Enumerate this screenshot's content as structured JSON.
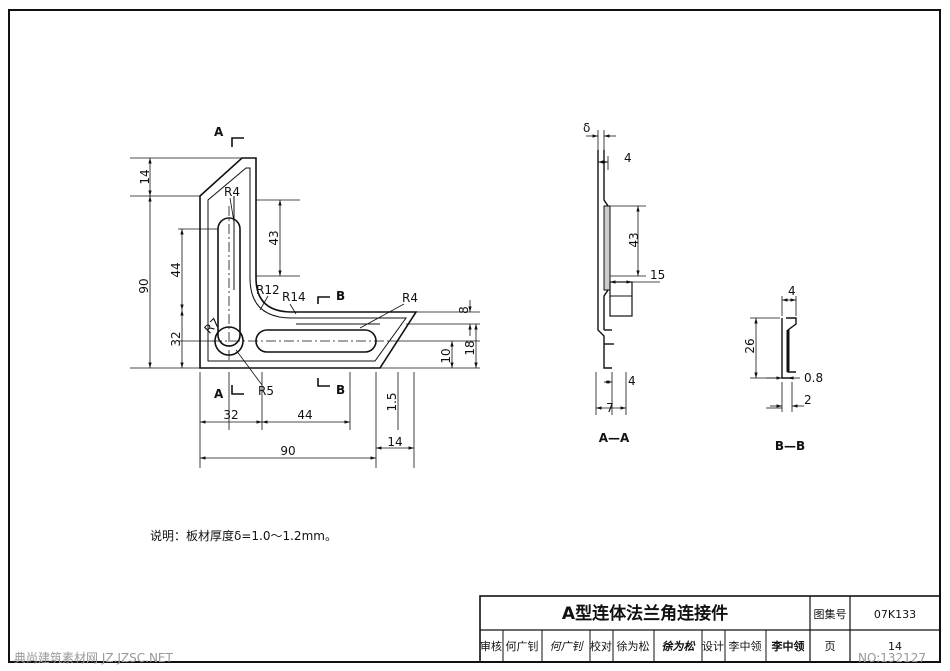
{
  "dims": {
    "d14_top": "14",
    "d90_left": "90",
    "d44_left": "44",
    "d32_left": "32",
    "r4_top": "R4",
    "d43": "43",
    "r12": "R12",
    "r14": "R14",
    "r4_right": "R4",
    "r7": "R7",
    "d8": "8",
    "d10": "10",
    "d18": "18",
    "r5": "R5",
    "d32_bottom": "32",
    "d44_bottom": "44",
    "d90_bottom": "90",
    "d1_5": "1.5",
    "d14_right": "14"
  },
  "section_marks": {
    "a_top": "A",
    "a_bottom": "A",
    "b_top": "B",
    "b_bottom": "B"
  },
  "section_aa": {
    "delta": "δ",
    "d4_top": "4",
    "d43": "43",
    "d15": "15",
    "d4_bottom": "4",
    "d7": "7",
    "label": "A—A"
  },
  "section_bb": {
    "d4": "4",
    "d26": "26",
    "d0_8": "0.8",
    "d2": "2",
    "label": "B—B"
  },
  "note": "说明：板材厚度δ=1.0～1.2mm。",
  "title_block": {
    "title": "A型连体法兰角连接件",
    "atlas_label": "图集号",
    "atlas_no": "07K133",
    "review_label": "审核",
    "review_name": "何广钊",
    "check_label": "校对",
    "check_name": "徐为松",
    "design_label": "设计",
    "design_name": "李中领",
    "page_label": "页",
    "page_no": "14",
    "sig_review": "何广钊",
    "sig_check": "徐为松",
    "sig_design": "李中领"
  },
  "watermark_left": "典尚建筑素材网 JZ.JZSC.NET",
  "watermark_right": "NO:132127"
}
